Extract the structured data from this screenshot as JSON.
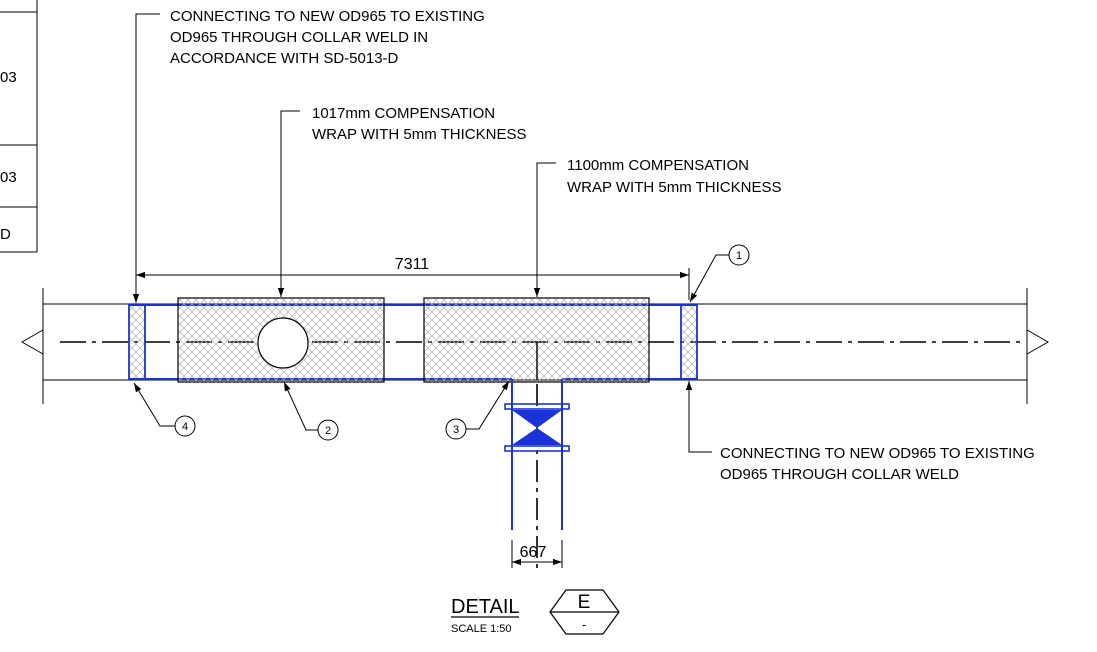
{
  "title_block": {
    "fragments": [
      "03",
      "03",
      "D"
    ]
  },
  "notes": {
    "top_collar": [
      "CONNECTING TO NEW OD965 TO EXISTING",
      "OD965 THROUGH COLLAR WELD IN",
      "ACCORDANCE WITH SD-5013-D"
    ],
    "wrap_1017": [
      "1017mm COMPENSATION",
      "WRAP WITH 5mm THICKNESS"
    ],
    "wrap_1100": [
      "1100mm COMPENSATION",
      "WRAP WITH 5mm THICKNESS"
    ],
    "bottom_collar": [
      "CONNECTING TO NEW OD965 TO EXISTING",
      "OD965 THROUGH COLLAR WELD"
    ]
  },
  "dimensions": {
    "overall": "7311",
    "branch": "667"
  },
  "balloons": [
    "1",
    "2",
    "3",
    "4"
  ],
  "detail": {
    "label": "DETAIL",
    "scale": "SCALE 1:50",
    "letter": "E",
    "sheet": "-"
  },
  "colors": {
    "line": "#000000",
    "highlight": "#1a33d6",
    "hatch": "#b0b0b0"
  }
}
